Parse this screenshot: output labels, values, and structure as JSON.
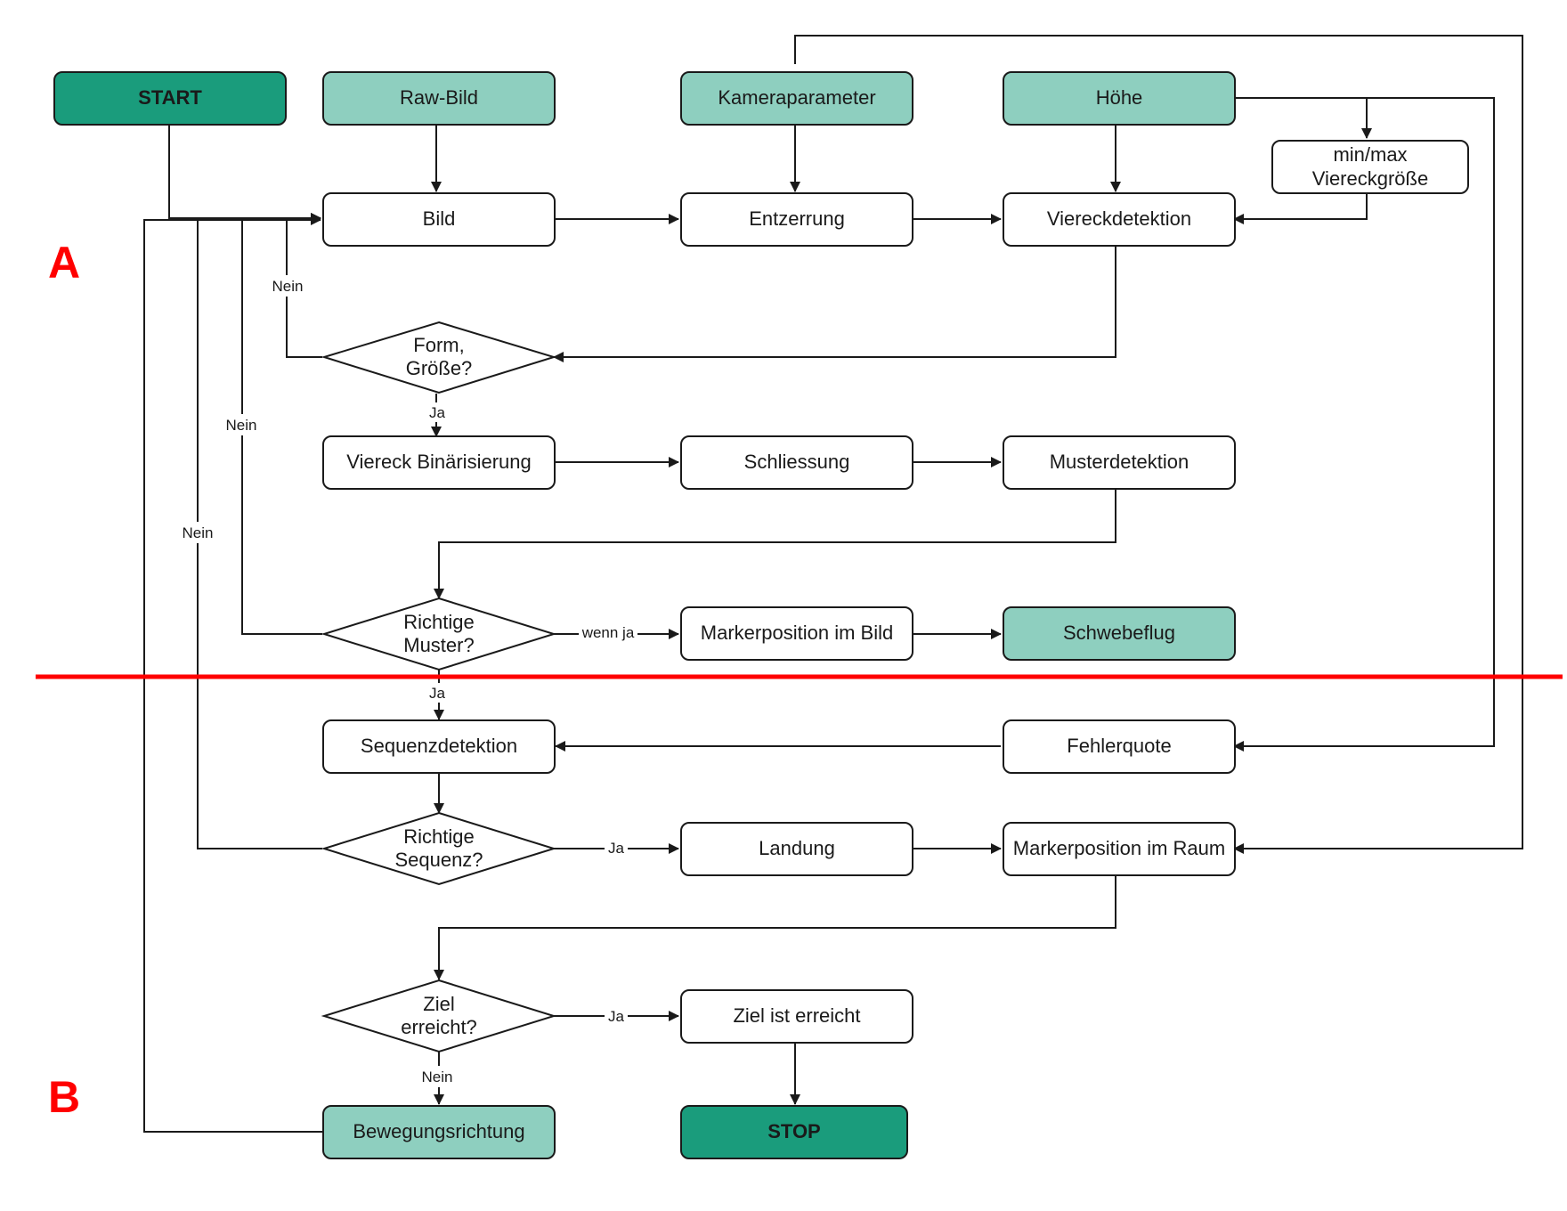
{
  "colors": {
    "terminal": "#1a9c7c",
    "input": "#8ecfbf",
    "process": "#ffffff",
    "stroke": "#1a1a1a",
    "divider": "#ff0000",
    "section_label": "#ff0000"
  },
  "sections": {
    "a": "A",
    "b": "B"
  },
  "nodes": {
    "start": "START",
    "raw_bild": "Raw-Bild",
    "kameraparameter": "Kameraparameter",
    "hoehe": "Höhe",
    "minmax": "min/max\nViereckgröße",
    "bild": "Bild",
    "entzerrung": "Entzerrung",
    "viereckdetektion": "Viereckdetektion",
    "form_groesse": "Form,\nGröße?",
    "viereck_binarisierung": "Viereck Binärisierung",
    "schliessung": "Schliessung",
    "musterdetektion": "Musterdetektion",
    "richtige_muster": "Richtige\nMuster?",
    "markerposition_bild": "Markerposition im Bild",
    "schwebeflug": "Schwebeflug",
    "sequenzdetektion": "Sequenzdetektion",
    "fehlerquote": "Fehlerquote",
    "richtige_sequenz": "Richtige\nSequenz?",
    "landung": "Landung",
    "markerposition_raum": "Markerposition im Raum",
    "ziel_erreicht_q": "Ziel\nerreicht?",
    "ziel_ist_erreicht": "Ziel ist erreicht",
    "bewegungsrichtung": "Bewegungsrichtung",
    "stop": "STOP"
  },
  "edge_labels": {
    "form_nein": "Nein",
    "form_ja": "Ja",
    "muster_nein": "Nein",
    "muster_wenn_ja": "wenn ja",
    "muster_ja": "Ja",
    "sequenz_nein": "Nein",
    "sequenz_ja": "Ja",
    "ziel_ja": "Ja",
    "ziel_nein": "Nein"
  }
}
